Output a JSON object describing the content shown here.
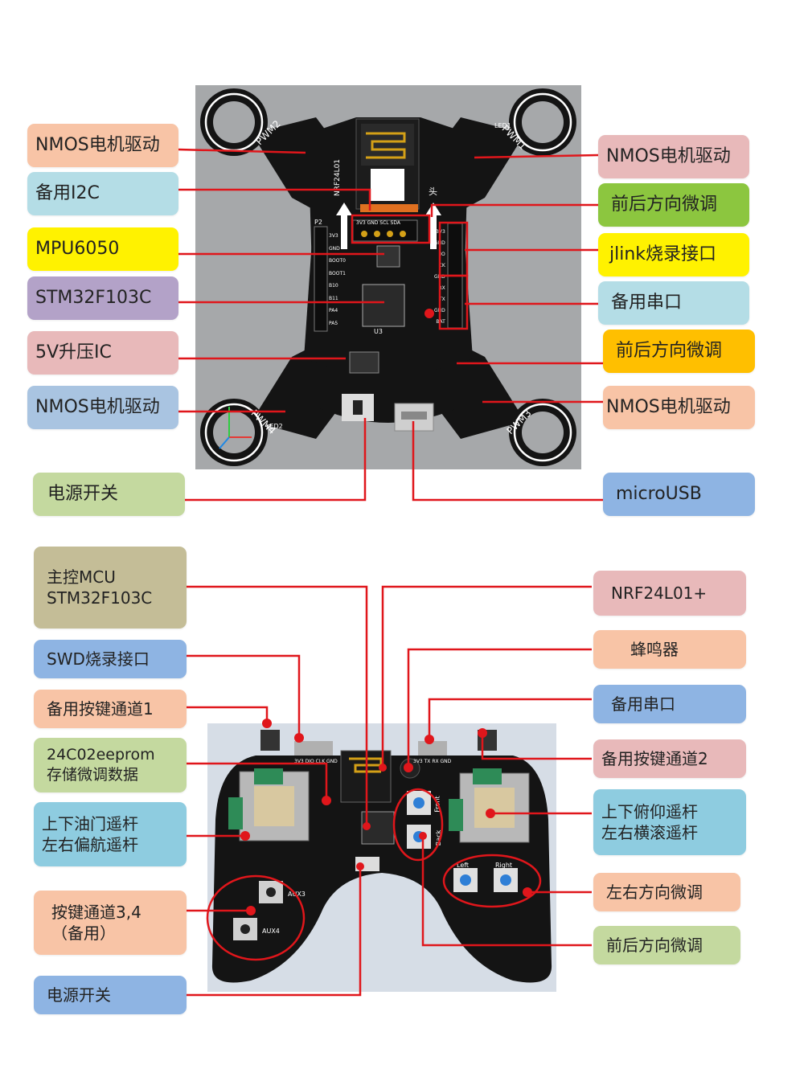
{
  "colors": {
    "salmon": "#F8C4A6",
    "light_blue": "#B4DDE6",
    "yellow": "#FFF200",
    "purple": "#B3A2C8",
    "pink": "#E8B9BA",
    "blue_gray": "#A9C4E1",
    "green_light": "#C4D99F",
    "green": "#8CC63F",
    "orange": "#FFBF00",
    "blue": "#8EB4E3",
    "khaki": "#C4BD97",
    "teal": "#8ECCE0",
    "callout_line": "#E0161B",
    "pcb": "#141414",
    "render_bg": "#A6A8AA"
  },
  "drone_board": {
    "silkscreen": {
      "pwm1": "PWM1",
      "pwm2": "PWM2",
      "pwm3": "PWM3",
      "pwm4": "PWM4",
      "led1": "LED1",
      "led2": "LED2",
      "module": "NRF24L01",
      "head": "头",
      "i2c_pins": "3V3 GND SCL SDA",
      "p2": "P2",
      "u3": "U3",
      "left_pins": [
        "3V3",
        "GND",
        "BOOT0",
        "BOOT1",
        "B10",
        "B11",
        "PA4",
        "PA5"
      ],
      "right_pins": [
        "3V3",
        "GND",
        "IO",
        "CK",
        "GND",
        "RX",
        "TX",
        "GND",
        "BAT"
      ]
    },
    "labels": {
      "nmos_top_left": "NMOS电机驱动",
      "i2c": "备用I2C",
      "mpu": "MPU6050",
      "mcu": "STM32F103C",
      "boost": "5V升压IC",
      "nmos_bottom_left": "NMOS电机驱动",
      "power_switch": "电源开关",
      "nmos_top_right": "NMOS电机驱动",
      "trim_front_back_1": "前后方向微调",
      "jlink": "jlink烧录接口",
      "uart": "备用串口",
      "trim_front_back_2": "前后方向微调",
      "nmos_bottom_right": "NMOS电机驱动",
      "usb": "microUSB"
    }
  },
  "remote_board": {
    "silkscreen": {
      "aux3": "AUX3",
      "aux4": "AUX4",
      "front": "Front",
      "back": "Back",
      "left": "Left",
      "right": "Right",
      "header_a": "3V3 DIO CLK GND",
      "header_b": "3V3 TX RX GND"
    },
    "labels": {
      "mcu": "主控MCU\nSTM32F103C",
      "swd": "SWD烧录接口",
      "key1": "备用按键通道1",
      "eeprom": "24C02eeprom\n存储微调数据",
      "left_stick": "上下油门遥杆\n左右偏航遥杆",
      "keys34": "按键通道3,4\n（备用）",
      "power_switch": "电源开关",
      "nrf": "NRF24L01+",
      "buzzer": "蜂鸣器",
      "uart": "备用串口",
      "key2": "备用按键通道2",
      "right_stick": "上下俯仰遥杆\n左右横滚遥杆",
      "trim_lr": "左右方向微调",
      "trim_fb": "前后方向微调"
    }
  }
}
